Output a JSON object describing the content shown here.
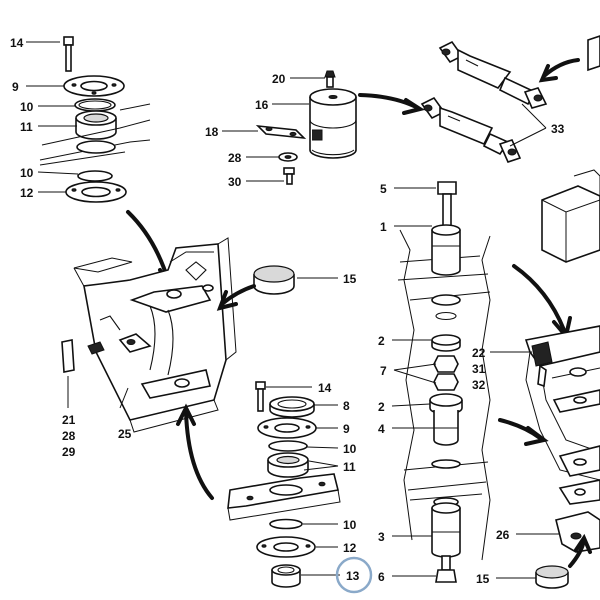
{
  "diagram": {
    "highlight_color": "#8aa9c9",
    "highlighted_label": "13",
    "callouts": {
      "tl_14": "14",
      "tl_9": "9",
      "tl_10a": "10",
      "tl_11": "11",
      "tl_10b": "10",
      "tl_12": "12",
      "t_20": "20",
      "t_16": "16",
      "t_18": "18",
      "t_28": "28",
      "t_30": "30",
      "tr_33": "33",
      "l_15": "15",
      "l_21": "21",
      "l_28": "28",
      "l_29": "29",
      "l_25": "25",
      "c_14": "14",
      "c_8": "8",
      "c_9": "9",
      "c_10a": "10",
      "c_11": "11",
      "c_10b": "10",
      "c_12": "12",
      "c_13": "13",
      "s_5": "5",
      "s_1": "1",
      "s_2a": "2",
      "s_7": "7",
      "s_2b": "2",
      "s_4": "4",
      "s_3": "3",
      "s_6": "6",
      "r_22": "22",
      "r_31": "31",
      "r_32": "32",
      "r_26": "26",
      "r_15": "15"
    }
  }
}
